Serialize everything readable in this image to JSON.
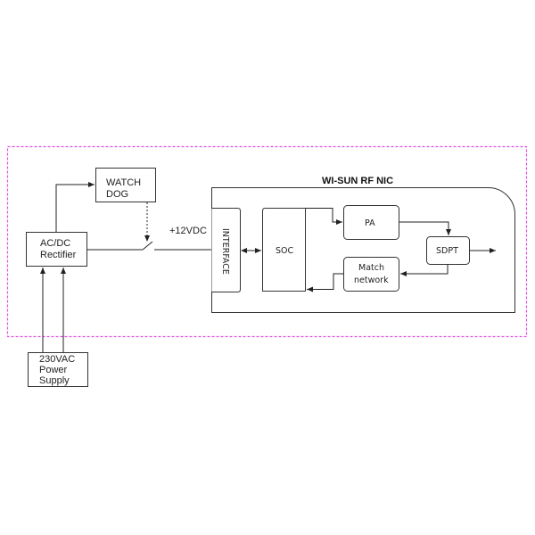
{
  "diagram": {
    "title": "WI-SUN RF NIC",
    "colors": {
      "boundary": "#e050e0",
      "line": "#222222",
      "box_border": "#333333"
    },
    "blocks": {
      "watchdog": [
        "WATCH",
        "DOG"
      ],
      "rectifier": [
        "AC/DC",
        "Rectifier"
      ],
      "power_supply": [
        "230VAC",
        "Power",
        "Supply"
      ],
      "interface": "INTERFACE",
      "soc": "SOC",
      "pa": "PA",
      "sdpt": "SDPT",
      "match_network": [
        "Match",
        "network"
      ]
    },
    "labels": {
      "voltage": "+12VDC"
    },
    "connections": [
      {
        "from": "230VAC Power Supply",
        "to": "AC/DC Rectifier",
        "count": 2
      },
      {
        "from": "AC/DC Rectifier",
        "to": "WATCH DOG"
      },
      {
        "from": "WATCH DOG",
        "to": "switch",
        "style": "dashed"
      },
      {
        "from": "AC/DC Rectifier",
        "to": "INTERFACE",
        "via": "switch",
        "label": "+12VDC"
      },
      {
        "from": "INTERFACE",
        "to": "SOC",
        "style": "bidirectional"
      },
      {
        "from": "SOC",
        "to": "PA"
      },
      {
        "from": "PA",
        "to": "SDPT"
      },
      {
        "from": "SDPT",
        "to": "output"
      },
      {
        "from": "SDPT",
        "to": "Match network"
      },
      {
        "from": "Match network",
        "to": "SOC"
      }
    ]
  }
}
